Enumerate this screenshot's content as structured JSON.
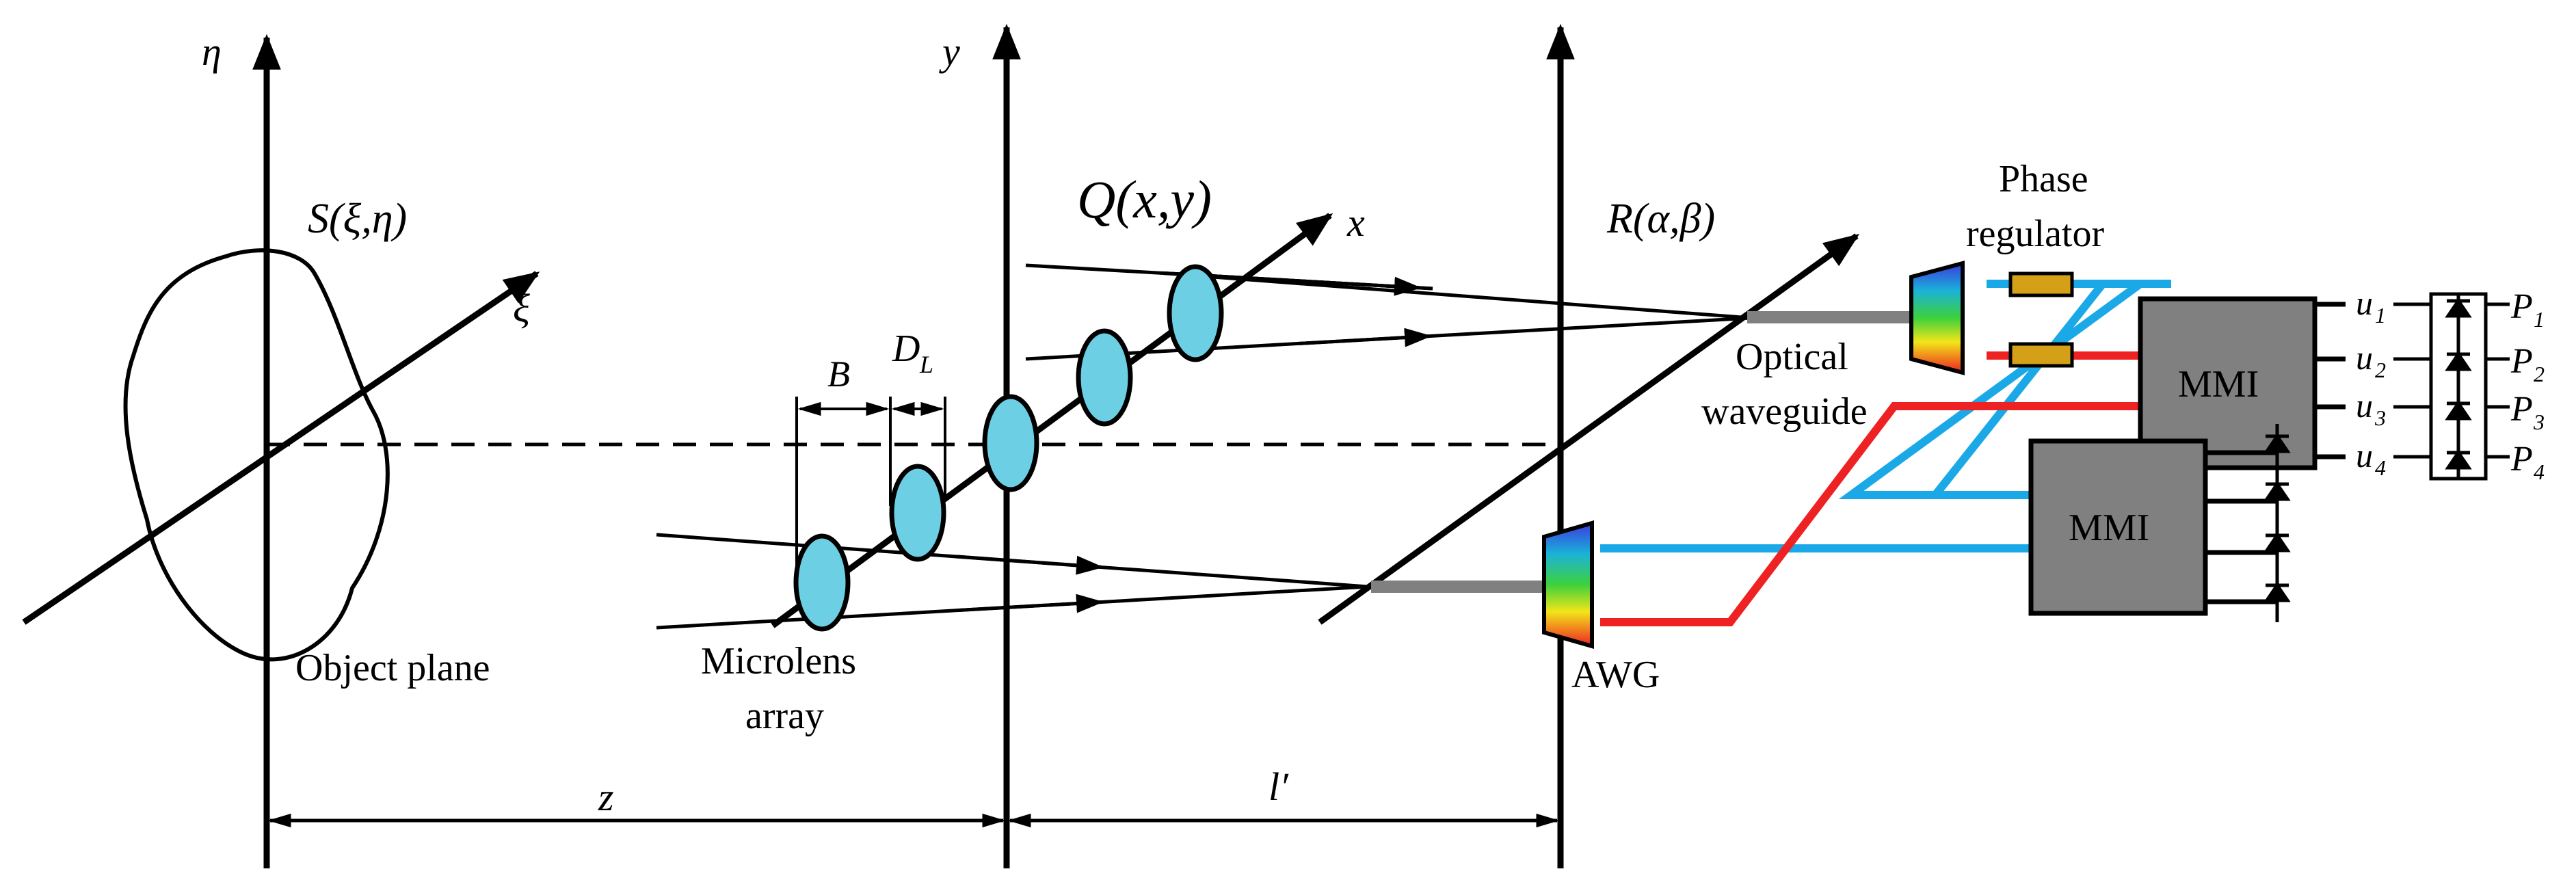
{
  "labels": {
    "eta_axis": "η",
    "y_axis": "y",
    "xi_axis": "ξ",
    "x_axis": "x",
    "object_func": "S(ξ,η)",
    "micro_func": "Q(x,y)",
    "awg_plane_func": "R(α,β)",
    "B": "B",
    "DL_main": "D",
    "DL_sub": "L",
    "z": "z",
    "l_prime": "l′",
    "object_plane": "Object plane",
    "microlens_line1": "Microlens",
    "microlens_line2": "array",
    "optical_line1": "Optical",
    "optical_line2": "waveguide",
    "awg": "AWG",
    "phase_line1": "Phase",
    "phase_line2": "regulator",
    "mmi_top": "MMI",
    "mmi_bottom": "MMI",
    "u_main": "u",
    "u_subs": [
      "1",
      "2",
      "3",
      "4"
    ],
    "p_main": "P",
    "p_subs": [
      "1",
      "2",
      "3",
      "4"
    ]
  },
  "colors": {
    "line": "#000000",
    "lens_fill": "#6dcfe3",
    "waveguide": "#808080",
    "cyan_path": "#1aa9e6",
    "red_path": "#ee2222",
    "phase_box": "#d4a017",
    "mmi_fill": "#808080"
  }
}
